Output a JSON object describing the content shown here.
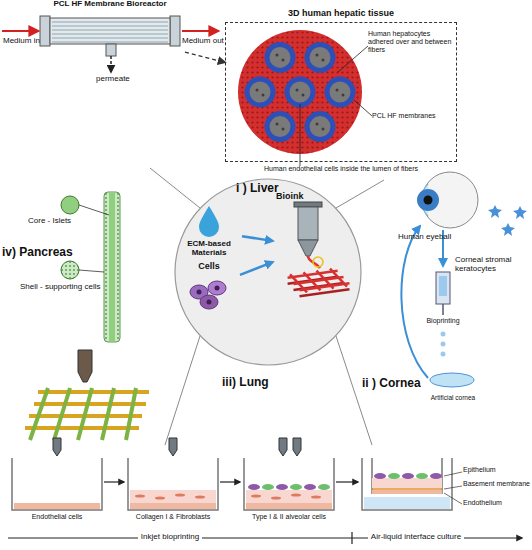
{
  "diagram": {
    "nodes": [
      {
        "text": [
          "PCL HF Membrane Bioreactor"
        ]
      },
      {
        "text": [
          "3D human hepatic tissue"
        ]
      },
      {
        "text": [
          "ECM-based Materials"
        ]
      },
      {
        "text": [
          "Cells"
        ]
      },
      {
        "text": [
          "Bioink"
        ]
      }
    ],
    "edges": [
      {
        "from": 0,
        "to": 1,
        "arrow": "to"
      },
      {
        "from": 2,
        "to": 4,
        "arrow": "to"
      },
      {
        "from": 3,
        "to": 4,
        "arrow": "to"
      }
    ],
    "labels": [
      "Medium in",
      "Medium out",
      "permeate",
      "Human hepatocytes adhered over and between fibers",
      "PCL HF membranes",
      "Human endothelial cells inside the lumen of fibers",
      "i ) Liver",
      "Human eyeball",
      "Corneal stromal keratocytes",
      "Bioprinting",
      "Artificial cornea",
      "ii ) Cornea",
      "iv) Pancreas",
      "Core - Islets",
      "Shell - supporting cells",
      "iii) Lung",
      "Endothelial cells",
      "Collagen I & Fibroblasts",
      "Type I & II alveolar cells",
      "Epithelium",
      "Basement membrane",
      "Endothelium",
      "Inkjet bioprinting",
      "Air-liquid interface culture"
    ]
  }
}
